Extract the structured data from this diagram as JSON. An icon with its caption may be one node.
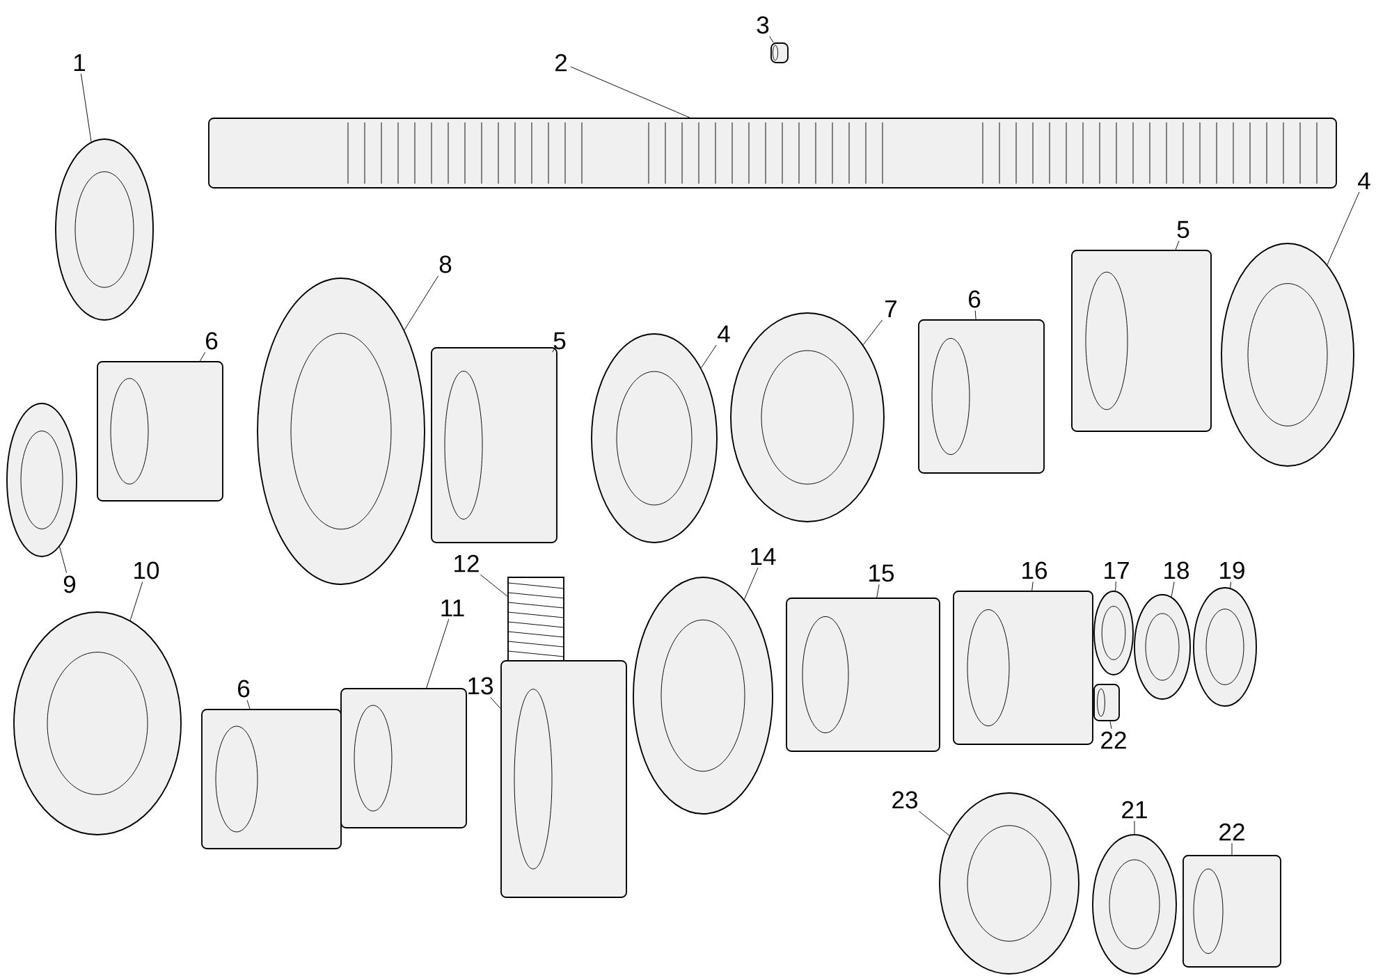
{
  "diagram": {
    "nodes": [
      {
        "text": [
          "1"
        ]
      },
      {
        "text": [],
        "shape": "picture"
      },
      {
        "text": [
          "2"
        ]
      },
      {
        "text": [],
        "shape": "picture"
      },
      {
        "text": [
          "3"
        ]
      },
      {
        "text": [],
        "shape": "picture"
      },
      {
        "text": [
          "4"
        ]
      },
      {
        "text": [],
        "shape": "picture"
      },
      {
        "text": [
          "5"
        ]
      },
      {
        "text": [],
        "shape": "picture"
      },
      {
        "text": [
          "6"
        ]
      },
      {
        "text": [],
        "shape": "picture"
      },
      {
        "text": [
          "7"
        ]
      },
      {
        "text": [],
        "shape": "picture"
      },
      {
        "text": [
          "8"
        ]
      },
      {
        "text": [],
        "shape": "picture"
      },
      {
        "text": [
          "6"
        ]
      },
      {
        "text": [],
        "shape": "picture"
      },
      {
        "text": [
          "5"
        ]
      },
      {
        "text": [],
        "shape": "picture"
      },
      {
        "text": [
          "4"
        ]
      },
      {
        "text": [],
        "shape": "picture"
      },
      {
        "text": [
          "9"
        ]
      },
      {
        "text": [],
        "shape": "picture"
      },
      {
        "text": [
          "10"
        ]
      },
      {
        "text": [],
        "shape": "picture"
      },
      {
        "text": [
          "6"
        ]
      },
      {
        "text": [],
        "shape": "picture"
      },
      {
        "text": [
          "11"
        ]
      },
      {
        "text": [],
        "shape": "picture"
      },
      {
        "text": [
          "12"
        ]
      },
      {
        "text": [],
        "shape": "picture"
      },
      {
        "text": [
          "13"
        ]
      },
      {
        "text": [],
        "shape": "picture"
      },
      {
        "text": [
          "14"
        ]
      },
      {
        "text": [],
        "shape": "picture"
      },
      {
        "text": [
          "15"
        ]
      },
      {
        "text": [],
        "shape": "picture"
      },
      {
        "text": [
          "16"
        ]
      },
      {
        "text": [],
        "shape": "picture"
      },
      {
        "text": [
          "17"
        ]
      },
      {
        "text": [],
        "shape": "picture"
      },
      {
        "text": [
          "18"
        ]
      },
      {
        "text": [],
        "shape": "picture"
      },
      {
        "text": [
          "19"
        ]
      },
      {
        "text": [],
        "shape": "picture"
      },
      {
        "text": [
          "22"
        ]
      },
      {
        "text": [],
        "shape": "picture"
      },
      {
        "text": [
          "21"
        ]
      },
      {
        "text": [],
        "shape": "picture"
      },
      {
        "text": [
          "22"
        ]
      },
      {
        "text": [],
        "shape": "picture"
      },
      {
        "text": [
          "23"
        ]
      },
      {
        "text": [],
        "shape": "picture"
      }
    ],
    "edges": [
      {
        "from": 0,
        "to": 1,
        "arrow": "none"
      },
      {
        "from": 2,
        "to": 3,
        "arrow": "none"
      },
      {
        "from": 4,
        "to": 5,
        "arrow": "none"
      },
      {
        "from": 6,
        "to": 7,
        "arrow": "none"
      },
      {
        "from": 8,
        "to": 9,
        "arrow": "none"
      },
      {
        "from": 10,
        "to": 11,
        "arrow": "none"
      },
      {
        "from": 12,
        "to": 13,
        "arrow": "none"
      },
      {
        "from": 14,
        "to": 15,
        "arrow": "none"
      },
      {
        "from": 16,
        "to": 17,
        "arrow": "none"
      },
      {
        "from": 18,
        "to": 19,
        "arrow": "none"
      },
      {
        "from": 20,
        "to": 21,
        "arrow": "none"
      },
      {
        "from": 22,
        "to": 23,
        "arrow": "none"
      },
      {
        "from": 24,
        "to": 25,
        "arrow": "none"
      },
      {
        "from": 26,
        "to": 27,
        "arrow": "none"
      },
      {
        "from": 28,
        "to": 29,
        "arrow": "none"
      },
      {
        "from": 30,
        "to": 31,
        "arrow": "none"
      },
      {
        "from": 32,
        "to": 33,
        "arrow": "none"
      },
      {
        "from": 34,
        "to": 35,
        "arrow": "none"
      },
      {
        "from": 36,
        "to": 37,
        "arrow": "none"
      },
      {
        "from": 38,
        "to": 39,
        "arrow": "none"
      },
      {
        "from": 40,
        "to": 41,
        "arrow": "none"
      },
      {
        "from": 42,
        "to": 43,
        "arrow": "none"
      },
      {
        "from": 44,
        "to": 45,
        "arrow": "none"
      },
      {
        "from": 46,
        "to": 47,
        "arrow": "none"
      },
      {
        "from": 48,
        "to": 49,
        "arrow": "none"
      },
      {
        "from": 50,
        "to": 51,
        "arrow": "none"
      },
      {
        "from": 52,
        "to": 53,
        "arrow": "none"
      }
    ]
  }
}
